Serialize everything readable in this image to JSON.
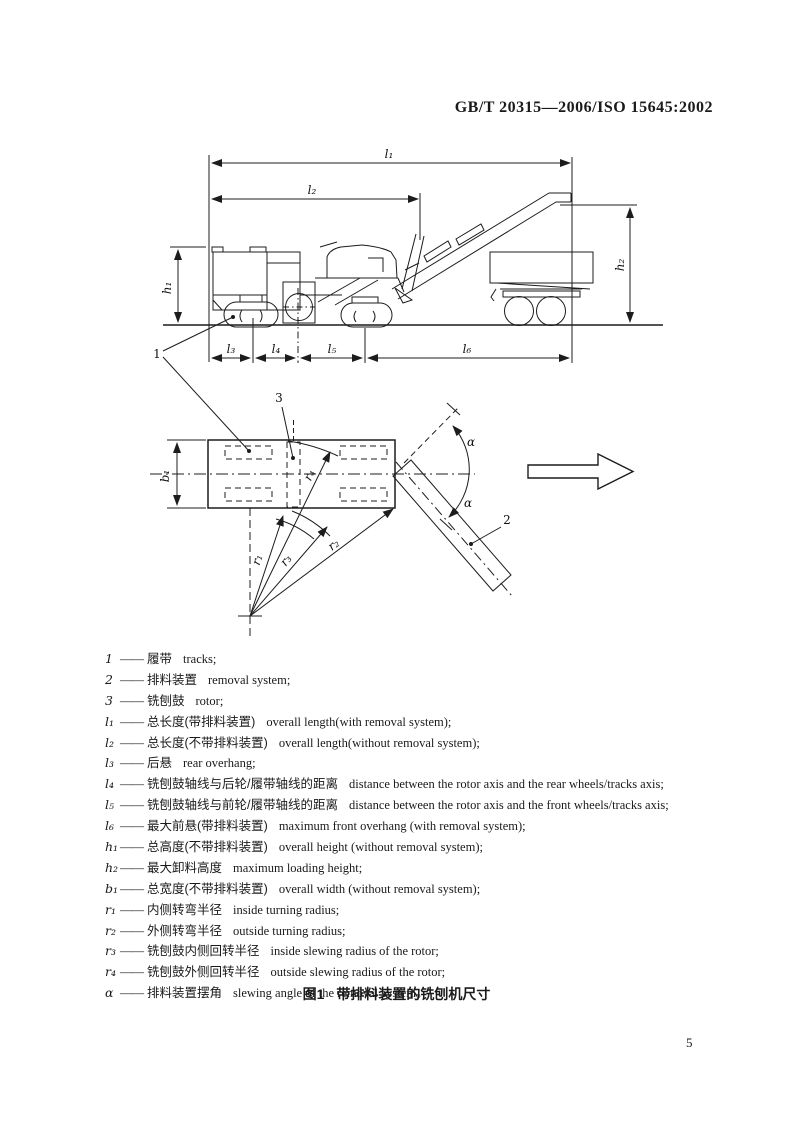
{
  "header": {
    "standard_code": "GB/T 20315—2006/ISO 15645:2002"
  },
  "figure": {
    "caption_label": "图1",
    "caption_text": "带排料装置的铣刨机尺寸",
    "labels": {
      "l1": "l₁",
      "l2": "l₂",
      "l3": "l₃",
      "l4": "l₄",
      "l5": "l₅",
      "l6": "l₆",
      "h1": "h₁",
      "h2": "h₂",
      "b1": "b₁",
      "r1": "r₁",
      "r2": "r₂",
      "r3": "r₃",
      "r4": "r₄",
      "alpha": "α",
      "part1": "1",
      "part2": "2",
      "part3": "3"
    }
  },
  "legend": {
    "dash": "——",
    "items": [
      {
        "sym": "1",
        "zh": "履带",
        "en": "tracks;"
      },
      {
        "sym": "2",
        "zh": "排料装置",
        "en": "removal system;"
      },
      {
        "sym": "3",
        "zh": "铣刨鼓",
        "en": "rotor;"
      },
      {
        "sym": "l₁",
        "zh": "总长度(带排料装置)",
        "en": "overall length(with removal system);"
      },
      {
        "sym": "l₂",
        "zh": "总长度(不带排料装置)",
        "en": "overall length(without removal system);"
      },
      {
        "sym": "l₃",
        "zh": "后悬",
        "en": "rear overhang;"
      },
      {
        "sym": "l₄",
        "zh": "铣刨鼓轴线与后轮/履带轴线的距离",
        "en": "distance between the rotor axis and the rear wheels/tracks axis;"
      },
      {
        "sym": "l₅",
        "zh": "铣刨鼓轴线与前轮/履带轴线的距离",
        "en": "distance between the rotor axis and the front wheels/tracks axis;"
      },
      {
        "sym": "l₆",
        "zh": "最大前悬(带排料装置)",
        "en": "maximum front overhang (with removal system);"
      },
      {
        "sym": "h₁",
        "zh": "总高度(不带排料装置)",
        "en": "overall height (without removal system);"
      },
      {
        "sym": "h₂",
        "zh": "最大卸料高度",
        "en": "maximum loading height;"
      },
      {
        "sym": "b₁",
        "zh": "总宽度(不带排料装置)",
        "en": "overall width (without removal system);"
      },
      {
        "sym": "r₁",
        "zh": "内侧转弯半径",
        "en": "inside turning radius;"
      },
      {
        "sym": "r₂",
        "zh": "外侧转弯半径",
        "en": "outside turning radius;"
      },
      {
        "sym": "r₃",
        "zh": "铣刨鼓内侧回转半径",
        "en": "inside slewing radius of the rotor;"
      },
      {
        "sym": "r₄",
        "zh": "铣刨鼓外侧回转半径",
        "en": "outside slewing radius of the rotor;"
      },
      {
        "sym": "α",
        "zh": "排料装置摆角",
        "en": "slewing angle of the removal system。"
      }
    ]
  },
  "footer": {
    "page_number": "5"
  }
}
